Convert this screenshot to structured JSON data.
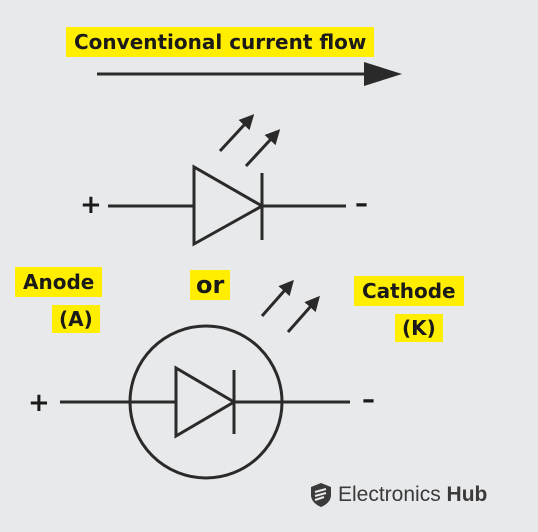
{
  "title": "Conventional current flow",
  "labels": {
    "anode_line1": "Anode",
    "anode_line2": "(A)",
    "or": "or",
    "cathode_line1": "Cathode",
    "cathode_line2": "(K)"
  },
  "symbols": {
    "plus": "+",
    "minus": "–"
  },
  "brand": {
    "word": "Electronics",
    "strong": "Hub"
  },
  "colors": {
    "highlight": "#ffee00",
    "stroke": "#2a2a2a",
    "background": "#e8e9eb"
  }
}
